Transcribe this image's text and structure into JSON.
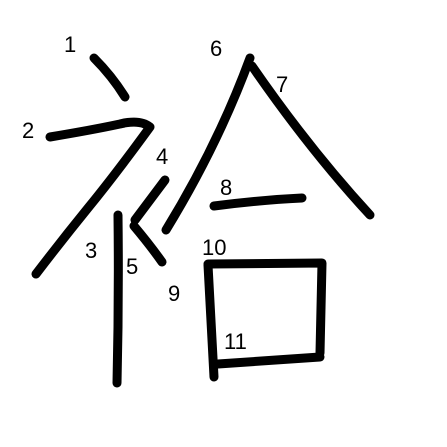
{
  "character": "袷",
  "stroke_color": "#000000",
  "label_color": "#000000",
  "background": "#ffffff",
  "strokes": [
    {
      "order": "1"
    },
    {
      "order": "2"
    },
    {
      "order": "3"
    },
    {
      "order": "4"
    },
    {
      "order": "5"
    },
    {
      "order": "6"
    },
    {
      "order": "7"
    },
    {
      "order": "8"
    },
    {
      "order": "9"
    },
    {
      "order": "10"
    },
    {
      "order": "11"
    }
  ]
}
